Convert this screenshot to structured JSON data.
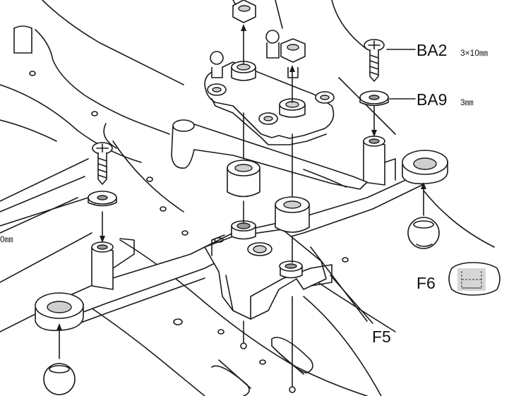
{
  "labels": {
    "ba2_code": "BA2",
    "ba2_size": "3×10㎜",
    "ba9_code": "BA9",
    "ba9_size": "3㎜",
    "f5": "F5",
    "f6": "F6",
    "left_size_fragment": "0㎜"
  },
  "colors": {
    "ink": "#1a1a1a",
    "part_fill": "#cfcfcf",
    "part_shadow": "#9a9a9a",
    "background": "#ffffff"
  },
  "icons": [
    "arrow-up-icon",
    "arrow-down-icon",
    "screw-icon",
    "washer-icon",
    "nut-icon",
    "ball-icon",
    "bushing-icon"
  ]
}
